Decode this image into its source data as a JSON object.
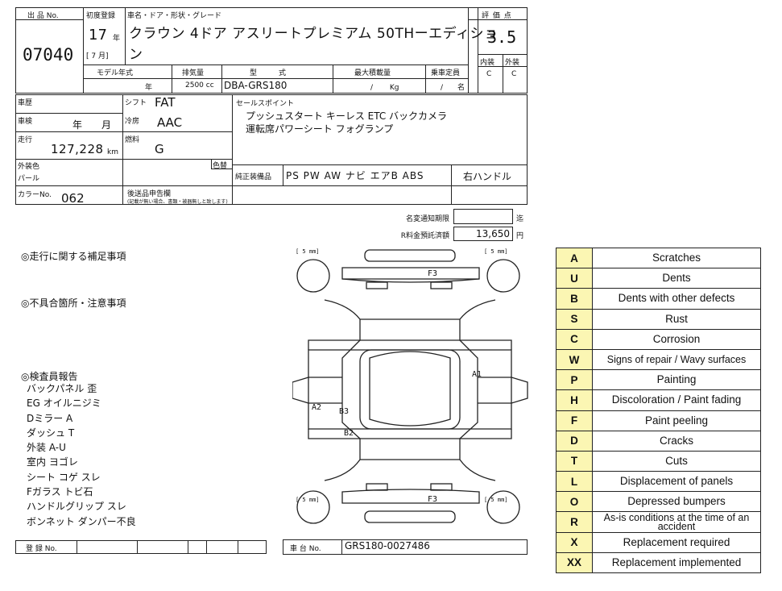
{
  "header": {
    "lot_label": "出 品 No.",
    "lot_no": "07040",
    "reg_label": "初度登録",
    "reg_year": "17",
    "year_unit": "年",
    "reg_month_bracket": "[ 7 月]",
    "name_label": "車名・ドア・形状・グレード",
    "car_name": "クラウン 4ドア アスリートプレミアム 50THーエディショ",
    "car_name_cont": "ン",
    "score_label": "評 価 点",
    "score": "3.5",
    "interior_label": "内装",
    "exterior_label": "外装",
    "interior": "C",
    "exterior": "C"
  },
  "spec": {
    "model_year_label": "モデル年式",
    "displacement_label": "排気量",
    "type_label": "型　　　式",
    "max_load_label": "最大積載量",
    "capacity_label": "乗車定員",
    "model_year_unit": "年",
    "displacement": "2500 cc",
    "type": "DBA-GRS180",
    "max_load": "/　　 Kg",
    "capacity": "/　　名"
  },
  "details": {
    "history_label": "車歴",
    "shift_label": "シフト",
    "shift": "FAT",
    "inspection_label": "車検",
    "inspection_value": "年　　月",
    "ac_label": "冷房",
    "ac": "AAC",
    "mileage_label": "走行",
    "mileage": "127,228",
    "mileage_unit": "km",
    "fuel_label": "燃料",
    "fuel": "G",
    "color_label": "外装色",
    "color": "パール",
    "color_change_label": "色替",
    "color_no_label": "カラーNo.",
    "color_no": "062",
    "sales_points_label": "セールスポイント",
    "sales_points_1": "プッシュスタート キーレス ETC バックカメラ",
    "sales_points_2": "運転席パワーシート フォグランプ",
    "equipment_label": "純正装備品",
    "equipment": "PS PW AW ナビ エアB ABS",
    "steering": "右ハンドル",
    "after_docs_label": "後送品申告欄",
    "after_docs_note": "(記載が無い場合、書類・被器無しと致します)",
    "name_change_label": "名変通知期限",
    "name_change_unit": "迄",
    "recycle_label": "R料金預託済額",
    "recycle_fee": "13,650",
    "recycle_unit": "円"
  },
  "notes": {
    "mileage_notes": "◎走行に関する補足事項",
    "defects": "◎不具合箇所・注意事項",
    "inspector_title": "◎検査員報告",
    "inspector_lines": [
      "バックパネル 歪",
      "EG オイルニジミ",
      "Dミラー A",
      "ダッシュ T",
      "外装 A-U",
      "室内 ヨゴレ",
      "シート コゲ スレ",
      "Fガラス トビ石",
      "ハンドルグリップ スレ",
      "ボンネット ダンパー不良"
    ],
    "reg_no_label": "登 録 No.",
    "chassis_label": "車 台 No.",
    "chassis_no": "GRS180-0027486"
  },
  "diagram": {
    "tire_tl": "[ 5 mm]",
    "tire_tr": "[ 5 mm]",
    "tire_bl": "[ 5 mm]",
    "tire_br": "[ 5 mm]",
    "f3_top": "F3",
    "f3_bottom": "F3",
    "a1": "A1",
    "a2": "A2",
    "b3": "B3",
    "b2": "B2"
  },
  "legend": [
    {
      "code": "A",
      "desc": "Scratches"
    },
    {
      "code": "U",
      "desc": "Dents"
    },
    {
      "code": "B",
      "desc": "Dents with other defects"
    },
    {
      "code": "S",
      "desc": "Rust"
    },
    {
      "code": "C",
      "desc": "Corrosion"
    },
    {
      "code": "W",
      "desc": "Signs of repair / Wavy surfaces"
    },
    {
      "code": "P",
      "desc": "Painting"
    },
    {
      "code": "H",
      "desc": "Discoloration / Paint fading"
    },
    {
      "code": "F",
      "desc": "Paint peeling"
    },
    {
      "code": "D",
      "desc": "Cracks"
    },
    {
      "code": "T",
      "desc": "Cuts"
    },
    {
      "code": "L",
      "desc": "Displacement of panels"
    },
    {
      "code": "O",
      "desc": "Depressed bumpers"
    },
    {
      "code": "R",
      "desc": "As-is conditions at the time of an accident"
    },
    {
      "code": "X",
      "desc": "Replacement required"
    },
    {
      "code": "XX",
      "desc": "Replacement implemented"
    }
  ]
}
